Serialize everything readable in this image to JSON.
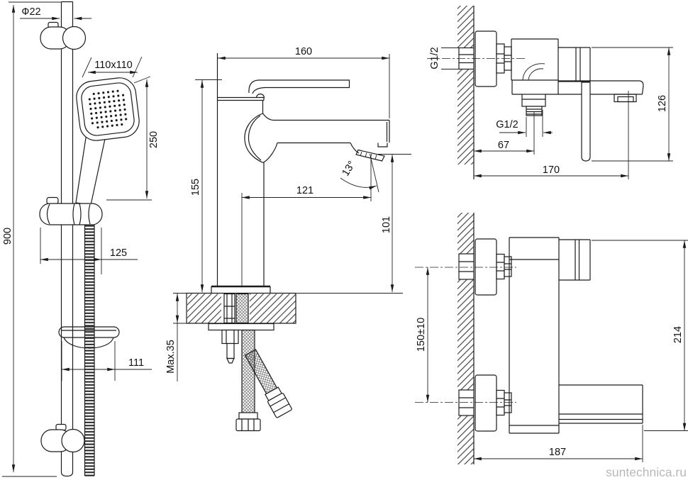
{
  "watermark": {
    "text": "suntechnica.ru",
    "color": "#b9b9b9"
  },
  "dims": {
    "shower": {
      "diameter": "Ф22",
      "rail_height": "900",
      "head_size": "110x110",
      "head_length": "250",
      "holder_width": "125",
      "soap_dish_width": "111"
    },
    "faucet": {
      "length": "160",
      "height": "155",
      "spout_reach": "121",
      "spout_angle": "13°",
      "outlet_height": "101",
      "deck_max": "Max.35"
    },
    "mixer_side": {
      "wall_thread": "G1/2",
      "outlet_thread": "G1/2",
      "outlet_offset": "67",
      "depth": "170",
      "height": "126"
    },
    "mixer_top": {
      "centers": "150±10",
      "height": "214",
      "spout_reach": "187"
    }
  }
}
